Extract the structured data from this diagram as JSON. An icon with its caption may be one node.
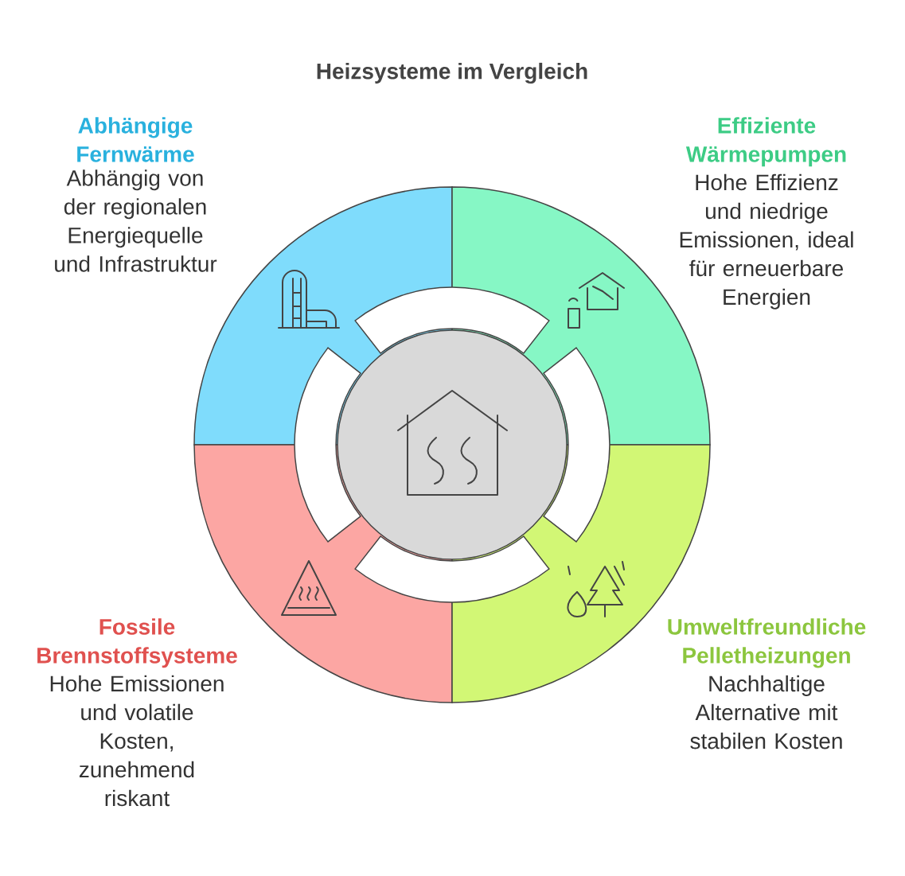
{
  "diagram": {
    "title": "Heizsysteme im Vergleich",
    "nodes": [
      {
        "text": [
          "Abhängige Fernwärme",
          "Abhängig von der regionalen Energiequelle und Infrastruktur"
        ]
      },
      {
        "text": [
          "Effiziente Wärmepumpen",
          "Hohe Effizienz und niedrige Emissionen, ideal für erneuerbare Energien"
        ]
      },
      {
        "text": [
          "Fossile Brennstoffsysteme",
          "Hohe Emissionen und volatile Kosten, zunehmend riskant"
        ]
      },
      {
        "text": [
          "Umweltfreundliche Pelletheizungen",
          "Nachhaltige Alternative mit stabilen Kosten"
        ]
      },
      {
        "text": [],
        "shape": "circle"
      }
    ]
  }
}
